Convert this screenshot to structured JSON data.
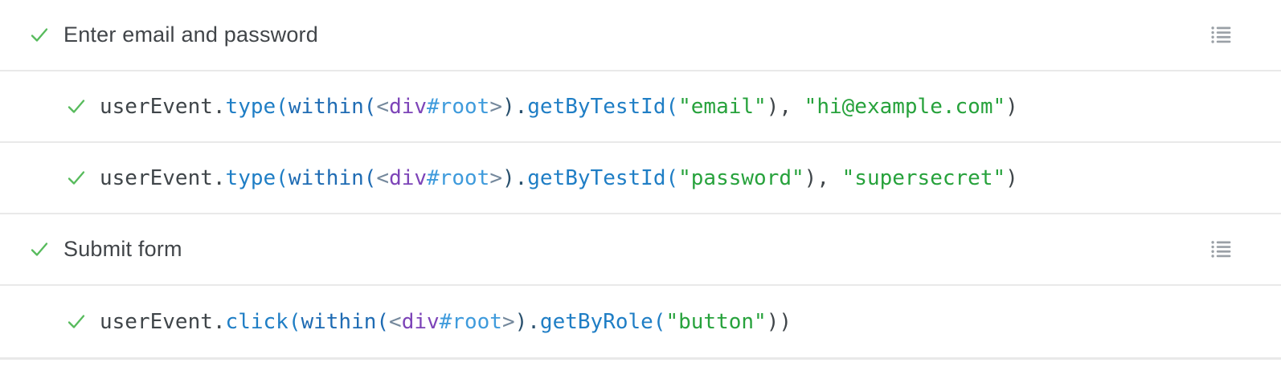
{
  "colors": {
    "base": "#3f4549",
    "method": "#1f7ec5",
    "within": "#1e6bb3",
    "bracket": "#74889c",
    "tag": "#7d44b8",
    "id": "#3f9bdc",
    "chain": "#29506d",
    "string": "#27a23c",
    "check_green": "#57bb5c",
    "icon_gray": "#9aa0a6",
    "divider": "#e9e9e9",
    "step_text": "#414549"
  },
  "icons": {
    "check_icon": "✓",
    "list_icon": "☰"
  },
  "rows": [
    {
      "type": "step",
      "label": "Enter email and password",
      "has_list_icon": true
    },
    {
      "type": "command",
      "tokens": [
        [
          "userEvent.",
          "base"
        ],
        [
          "type(",
          "method"
        ],
        [
          "within(",
          "within"
        ],
        [
          "<",
          "bracket"
        ],
        [
          "div",
          "tag"
        ],
        [
          "#root",
          "id"
        ],
        [
          ">",
          "bracket"
        ],
        [
          ").",
          "chain"
        ],
        [
          "getByTestId(",
          "method"
        ],
        [
          "\"email\"",
          "string"
        ],
        [
          "), ",
          "base"
        ],
        [
          "\"hi@example.com\"",
          "string"
        ],
        [
          ")",
          "base"
        ]
      ]
    },
    {
      "type": "command",
      "tokens": [
        [
          "userEvent.",
          "base"
        ],
        [
          "type(",
          "method"
        ],
        [
          "within(",
          "within"
        ],
        [
          "<",
          "bracket"
        ],
        [
          "div",
          "tag"
        ],
        [
          "#root",
          "id"
        ],
        [
          ">",
          "bracket"
        ],
        [
          ").",
          "chain"
        ],
        [
          "getByTestId(",
          "method"
        ],
        [
          "\"password\"",
          "string"
        ],
        [
          "), ",
          "base"
        ],
        [
          "\"supersecret\"",
          "string"
        ],
        [
          ")",
          "base"
        ]
      ]
    },
    {
      "type": "step",
      "label": "Submit form",
      "has_list_icon": true
    },
    {
      "type": "command",
      "tokens": [
        [
          "userEvent.",
          "base"
        ],
        [
          "click(",
          "method"
        ],
        [
          "within(",
          "within"
        ],
        [
          "<",
          "bracket"
        ],
        [
          "div",
          "tag"
        ],
        [
          "#root",
          "id"
        ],
        [
          ">",
          "bracket"
        ],
        [
          ").",
          "chain"
        ],
        [
          "getByRole(",
          "method"
        ],
        [
          "\"button\"",
          "string"
        ],
        [
          "))",
          "base"
        ]
      ]
    }
  ]
}
